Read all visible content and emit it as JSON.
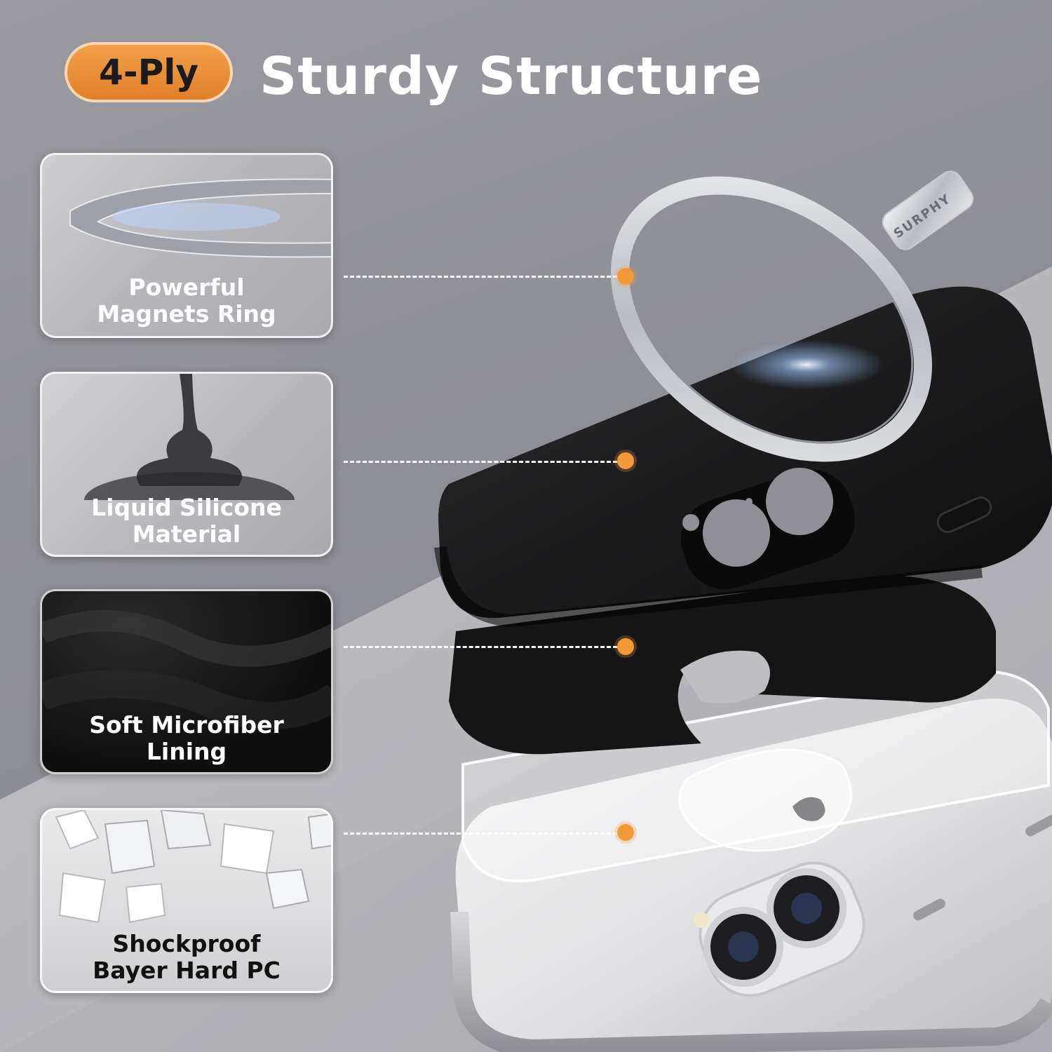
{
  "header": {
    "badge": "4-Ply",
    "title": "Sturdy Structure"
  },
  "colors": {
    "accent": "#f29a3a",
    "background": "#8e8e95"
  },
  "layers": [
    {
      "line1": "Powerful",
      "line2": "Magnets Ring"
    },
    {
      "line1": "Liquid Silicone",
      "line2": "Material"
    },
    {
      "line1": "Soft Microfiber",
      "line2": "Lining"
    },
    {
      "line1": "Shockproof",
      "line2": "Bayer Hard PC"
    }
  ],
  "ring_tab_text": "SURPHY"
}
